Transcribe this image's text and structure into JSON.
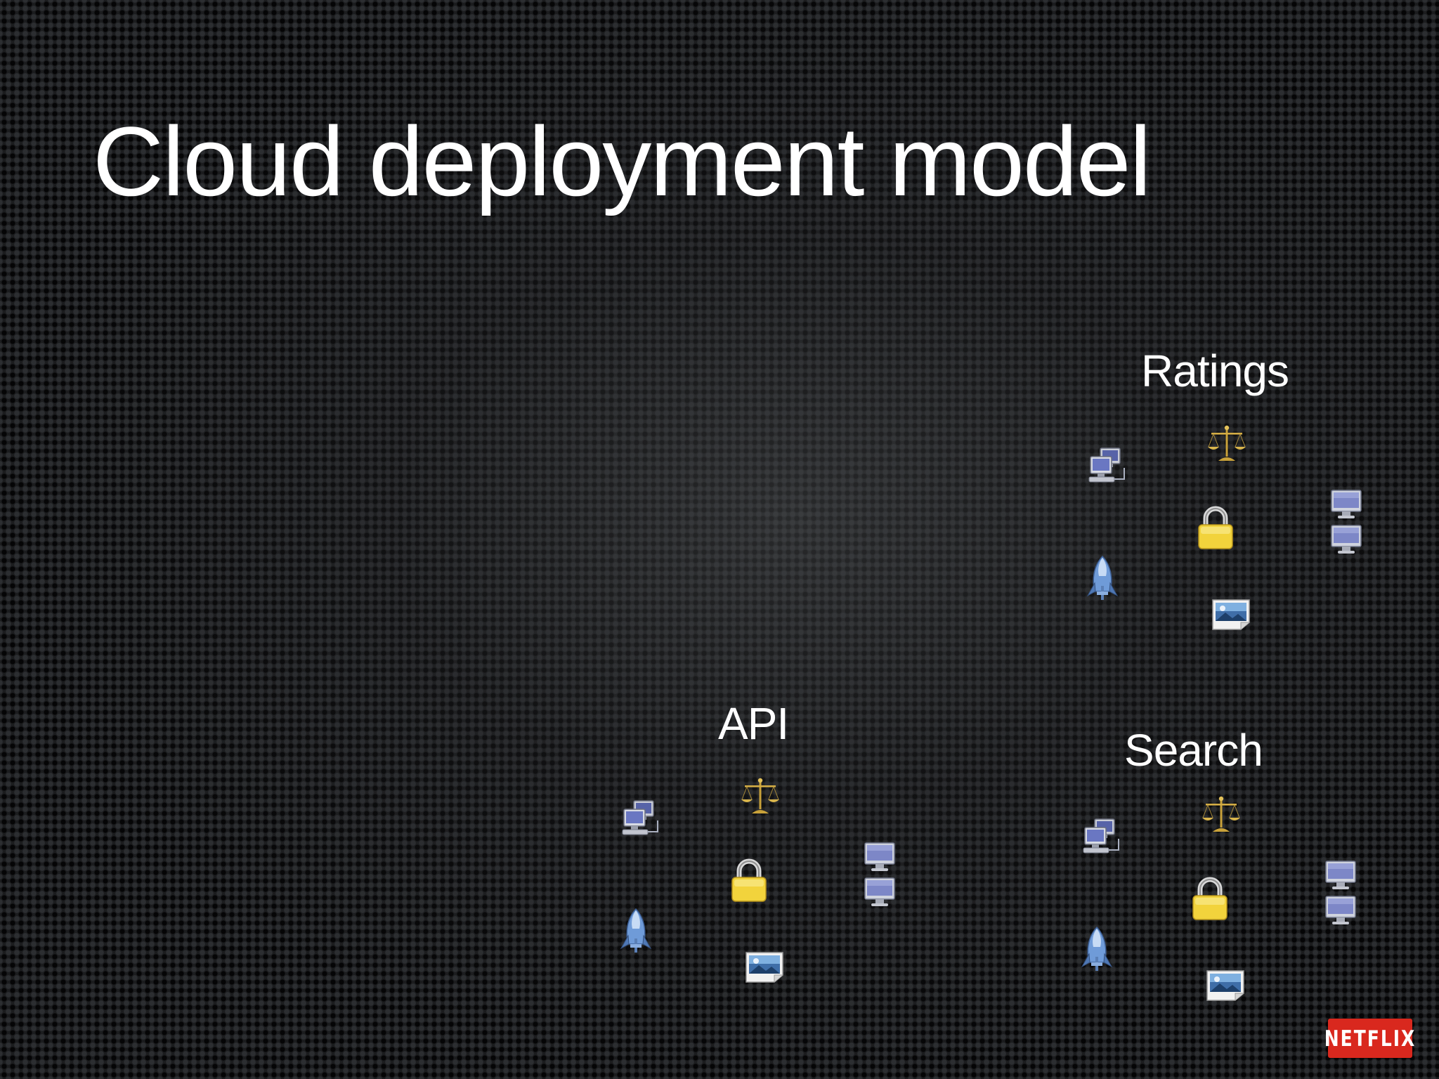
{
  "slide": {
    "title": "Cloud deployment model"
  },
  "clusters": [
    {
      "label": "Ratings",
      "icons": [
        "network-computers-icon",
        "scales-icon",
        "padlock-icon",
        "monitor-stack-icon",
        "rocket-icon",
        "picture-file-icon"
      ]
    },
    {
      "label": "API",
      "icons": [
        "network-computers-icon",
        "scales-icon",
        "padlock-icon",
        "monitor-stack-icon",
        "rocket-icon",
        "picture-file-icon"
      ]
    },
    {
      "label": "Search",
      "icons": [
        "network-computers-icon",
        "scales-icon",
        "padlock-icon",
        "monitor-stack-icon",
        "rocket-icon",
        "picture-file-icon"
      ]
    }
  ],
  "logo": {
    "text": "NETFLIX",
    "color": "#d9281e"
  },
  "colors": {
    "text": "#ffffff",
    "lock": "#f2d33c",
    "scales": "#c9a23a",
    "monitor": "#8d96c9",
    "rocket": "#6f9bd8"
  }
}
